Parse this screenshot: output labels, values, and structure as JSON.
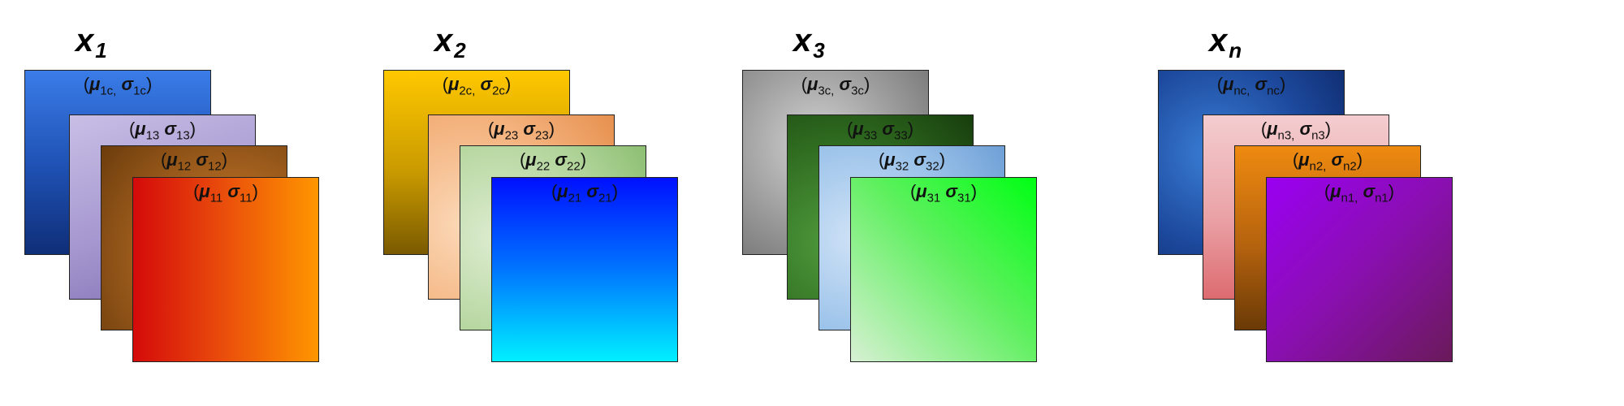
{
  "groups": [
    {
      "title_base": "x",
      "title_sub": "1",
      "layers": [
        {
          "mu_sub": "1c,",
          "sigma_sub": "1c",
          "gradient": "linear-gradient(180deg,#3a7ce8 0%,#1d4fb0 55%,#0f2e78 100%)"
        },
        {
          "mu_sub": "13",
          "sigma_sub": "13",
          "gradient": "linear-gradient(160deg,#c8bfe6 0%,#a596cf 55%,#7e6db0 100%)"
        },
        {
          "mu_sub": "12",
          "sigma_sub": "12",
          "gradient": "radial-gradient(circle at 70% 60%,#d48a2e 0%,#a3601e 50%,#6b3c0c 100%)"
        },
        {
          "mu_sub": "11",
          "sigma_sub": "11",
          "gradient": "linear-gradient(90deg,#d40a0a 0%,#e8480c 45%,#ff9600 100%)"
        }
      ]
    },
    {
      "title_base": "x",
      "title_sub": "2",
      "layers": [
        {
          "mu_sub": "2c,",
          "sigma_sub": "2c",
          "gradient": "linear-gradient(180deg,#ffc800 0%,#c99a00 55%,#7a5a00 100%)"
        },
        {
          "mu_sub": "23",
          "sigma_sub": "23",
          "gradient": "radial-gradient(circle at 20% 60%,#fbd9b8 0%,#f3b07a 60%,#e6904e 100%)"
        },
        {
          "mu_sub": "22",
          "sigma_sub": "22",
          "gradient": "radial-gradient(circle at 20% 50%,#ddecd0 0%,#b3d59c 60%,#8cbf72 100%)"
        },
        {
          "mu_sub": "21",
          "sigma_sub": "21",
          "gradient": "linear-gradient(180deg,#0010ff 0%,#0075ff 50%,#00f0ff 100%)"
        }
      ]
    },
    {
      "title_base": "x",
      "title_sub": "3",
      "layers": [
        {
          "mu_sub": "3c,",
          "sigma_sub": "3c",
          "gradient": "radial-gradient(circle at 40% 40%,#d2d2d2 0%,#9a9a9a 55%,#6e6e6e 100%)"
        },
        {
          "mu_sub": "33",
          "sigma_sub": "33",
          "gradient": "radial-gradient(circle at 25% 70%,#4f9a3c 0%,#2e6a1f 55%,#173d0d 100%)"
        },
        {
          "mu_sub": "32",
          "sigma_sub": "32",
          "gradient": "radial-gradient(circle at 20% 50%,#cfe2f6 0%,#9cc3ea 55%,#6e9fd6 100%)"
        },
        {
          "mu_sub": "31",
          "sigma_sub": "31",
          "gradient": "linear-gradient(225deg,#00ff14 0%,#5ef05e 45%,#d7f0d3 100%)"
        }
      ]
    },
    {
      "title_base": "x",
      "title_sub": "n",
      "layers": [
        {
          "mu_sub": "nc,",
          "sigma_sub": "nc",
          "gradient": "radial-gradient(circle at 30% 45%,#3a7fd6 0%,#1d4a9e 55%,#0e2a6c 100%)"
        },
        {
          "mu_sub": "n3,",
          "sigma_sub": "n3",
          "gradient": "linear-gradient(180deg,#f4cdd0 0%,#eaa3a7 55%,#dd6b70 100%)"
        },
        {
          "mu_sub": "n2,",
          "sigma_sub": "n2",
          "gradient": "linear-gradient(180deg,#ef8a10 0%,#b4620e 55%,#6a3a06 100%)"
        },
        {
          "mu_sub": "n1,",
          "sigma_sub": "n1",
          "gradient": "linear-gradient(135deg,#9a00f2 0%,#8a0fb0 50%,#6a1a5a 100%)"
        }
      ]
    }
  ]
}
